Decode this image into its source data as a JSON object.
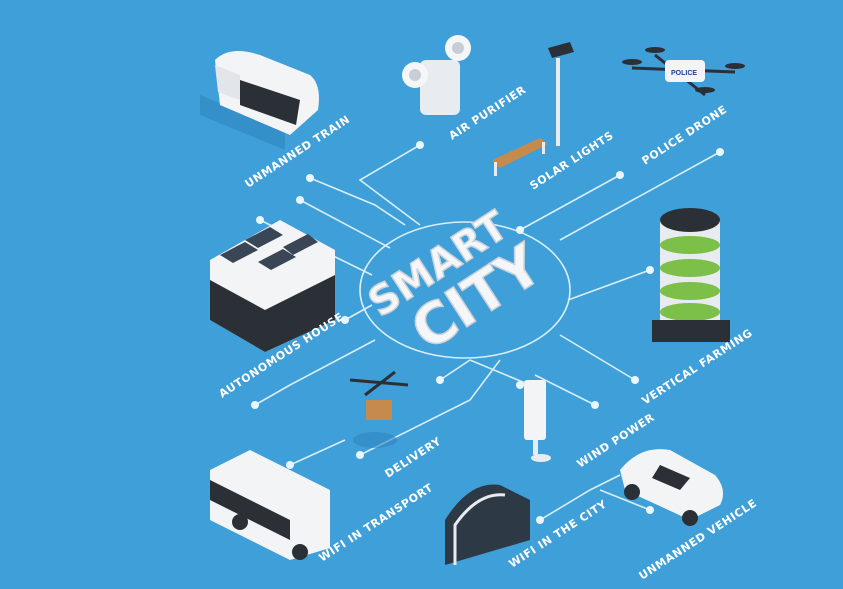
{
  "title": {
    "line1": "SMART",
    "line2": "CITY"
  },
  "labels": {
    "unmanned_train": "UNMANNED TRAIN",
    "air_purifier": "AIR PURIFIER",
    "solar_lights": "SOLAR LIGHTS",
    "police_drone": "POLICE DRONE",
    "autonomous_house": "AUTONOMOUS HOUSE",
    "vertical_farming": "VERTICAL FARMING",
    "delivery": "DELIVERY",
    "wind_power": "WIND POWER",
    "wifi_transport": "WIFI IN TRANSPORT",
    "wifi_city": "WIFI IN THE CITY",
    "unmanned_vehicle": "UNMANNED VEHICLE"
  },
  "drone_badge": "POLICE",
  "colors": {
    "background": "#3f9fd8",
    "lines": "#d8eefb",
    "objects": "#f2f4f6",
    "accent_dark": "#2b2f36",
    "green": "#7cc04a"
  }
}
